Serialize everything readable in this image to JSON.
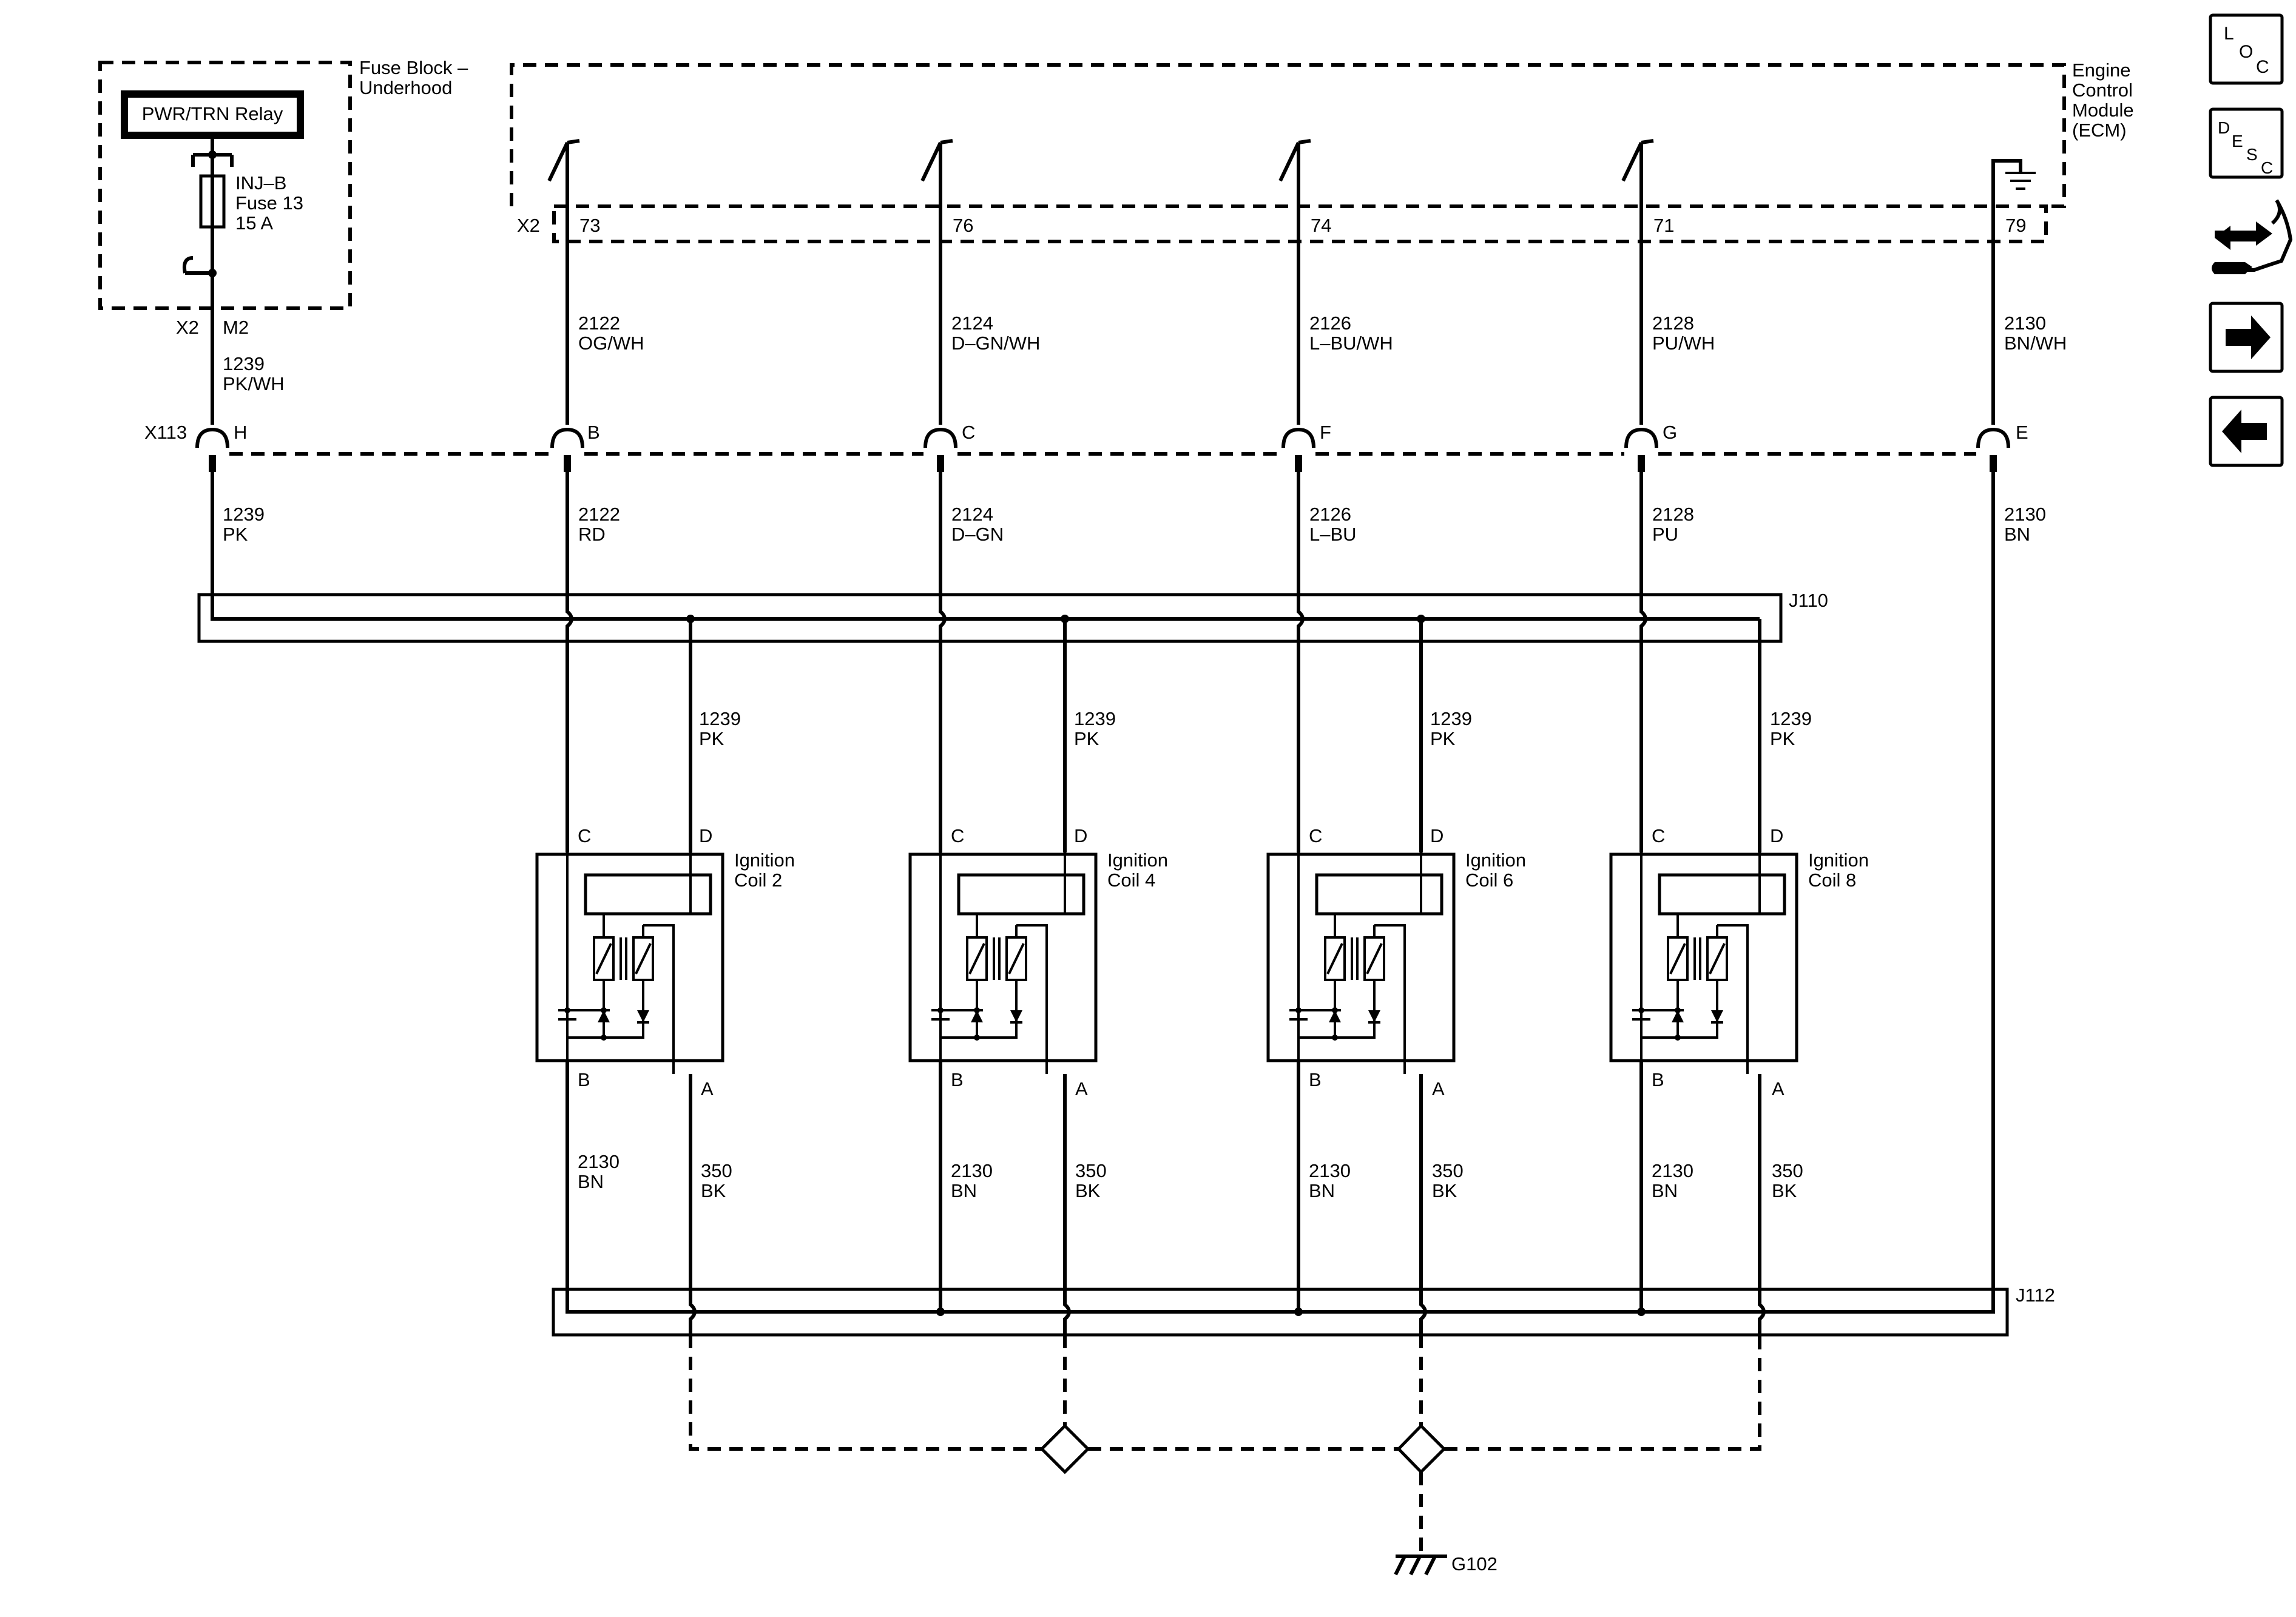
{
  "fuse_block": {
    "title_line1": "Fuse Block –",
    "title_line2": "Underhood",
    "relay_label": "PWR/TRN Relay",
    "fuse_line1": "INJ–B",
    "fuse_line2": "Fuse 13",
    "fuse_line3": "15 A",
    "connector": "X2",
    "pin": "M2"
  },
  "ecm": {
    "title_line1": "Engine",
    "title_line2": "Control",
    "title_line3": "Module",
    "title_line4": "(ECM)",
    "connector": "X2",
    "pins": [
      "73",
      "76",
      "74",
      "71",
      "79"
    ]
  },
  "inline_connector": {
    "name": "X113",
    "pins": [
      "H",
      "B",
      "C",
      "F",
      "G",
      "E"
    ]
  },
  "upper_wires": [
    {
      "circuit": "1239",
      "color": "PK/WH"
    },
    {
      "circuit": "2122",
      "color": "OG/WH"
    },
    {
      "circuit": "2124",
      "color": "D–GN/WH"
    },
    {
      "circuit": "2126",
      "color": "L–BU/WH"
    },
    {
      "circuit": "2128",
      "color": "PU/WH"
    },
    {
      "circuit": "2130",
      "color": "BN/WH"
    }
  ],
  "lower_wires": [
    {
      "circuit": "1239",
      "color": "PK"
    },
    {
      "circuit": "2122",
      "color": "RD"
    },
    {
      "circuit": "2124",
      "color": "D–GN"
    },
    {
      "circuit": "2126",
      "color": "L–BU"
    },
    {
      "circuit": "2128",
      "color": "PU"
    },
    {
      "circuit": "2130",
      "color": "BN"
    }
  ],
  "splices": {
    "top": "J110",
    "bottom": "J112"
  },
  "coils": [
    {
      "name_line1": "Ignition",
      "name_line2": "Coil 2",
      "pin_c": "C",
      "pin_d": "D",
      "pin_b": "B",
      "pin_a": "A",
      "feed_circuit": "1239",
      "feed_color": "PK",
      "b_circuit": "2130",
      "b_color": "BN",
      "a_circuit": "350",
      "a_color": "BK"
    },
    {
      "name_line1": "Ignition",
      "name_line2": "Coil 4",
      "pin_c": "C",
      "pin_d": "D",
      "pin_b": "B",
      "pin_a": "A",
      "feed_circuit": "1239",
      "feed_color": "PK",
      "b_circuit": "2130",
      "b_color": "BN",
      "a_circuit": "350",
      "a_color": "BK"
    },
    {
      "name_line1": "Ignition",
      "name_line2": "Coil 6",
      "pin_c": "C",
      "pin_d": "D",
      "pin_b": "B",
      "pin_a": "A",
      "feed_circuit": "1239",
      "feed_color": "PK",
      "b_circuit": "2130",
      "b_color": "BN",
      "a_circuit": "350",
      "a_color": "BK"
    },
    {
      "name_line1": "Ignition",
      "name_line2": "Coil 8",
      "pin_c": "C",
      "pin_d": "D",
      "pin_b": "B",
      "pin_a": "A",
      "feed_circuit": "1239",
      "feed_color": "PK",
      "b_circuit": "2130",
      "b_color": "BN",
      "a_circuit": "350",
      "a_color": "BK"
    }
  ],
  "ground": {
    "name": "G102"
  },
  "nav": {
    "loc": {
      "a": "L",
      "b": "O",
      "c": "C"
    },
    "desc": {
      "a": "D",
      "b": "E",
      "c": "S",
      "d": "C"
    },
    "connector_icon": "connector-tool-icon",
    "next_icon": "arrow-right-icon",
    "prev_icon": "arrow-left-icon"
  }
}
